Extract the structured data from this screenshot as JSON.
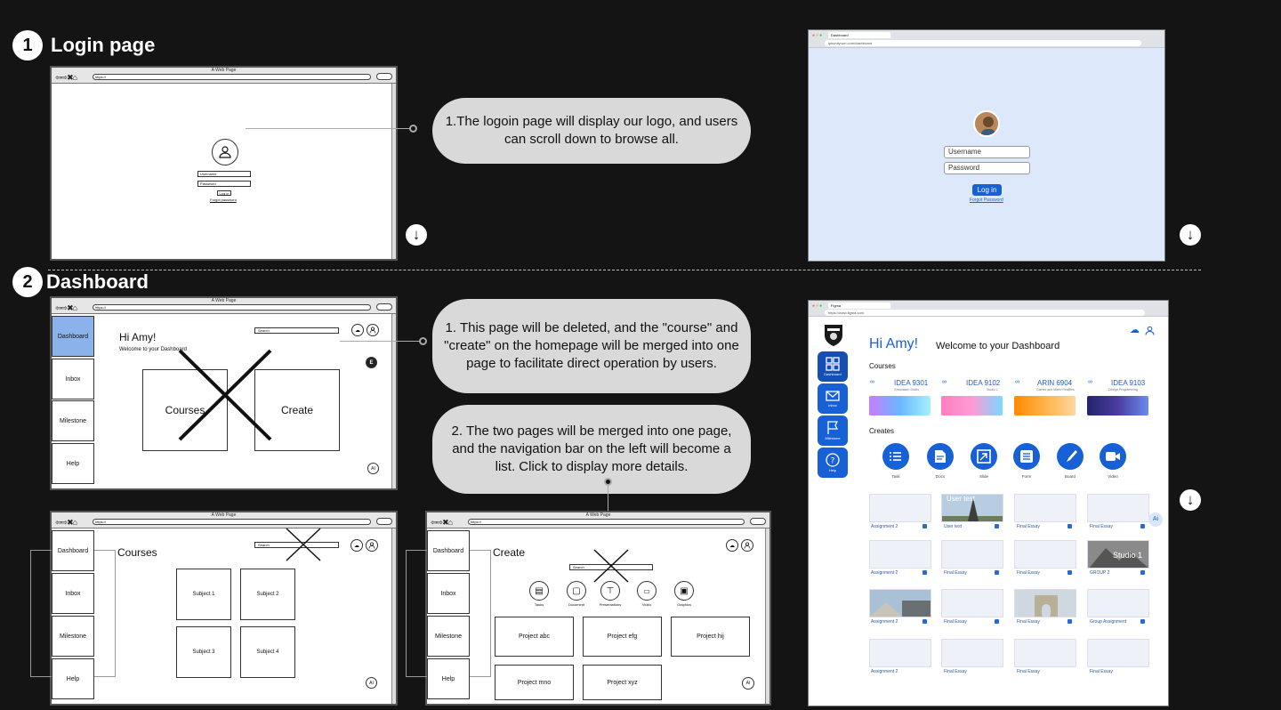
{
  "sections": [
    {
      "number": "1",
      "title": "Login page"
    },
    {
      "number": "2",
      "title": "Dashboard"
    }
  ],
  "annotations": {
    "login_note": "1.The logoin page will display our logo, and users can scroll down to browse all.",
    "dashboard_note_1": "1. This page will be deleted, and the \"course\" and \"create\" on the homepage will be merged into one page to facilitate direct operation by users.",
    "dashboard_note_2": "2. The two pages will be merged into one page, and the navigation bar on the left will become a list. Click to display more details."
  },
  "scroll_down_icon": "↓",
  "wireframe": {
    "window_title": "A Web Page",
    "url": "https://",
    "nav_glyphs": "⇦⇨✖⌂",
    "login": {
      "username": "Username",
      "password": "Password",
      "button": "Log in",
      "forgot": "Forgot password"
    },
    "dashboard": {
      "greeting": "Hi Amy!",
      "welcome": "Welcome to your Dashboard",
      "search": "Search",
      "sidebar": [
        "Dashboard",
        "Inbox",
        "Milestone",
        "Help"
      ],
      "tiles": [
        "Courses",
        "Create"
      ],
      "ai": "AI",
      "e_badge": "E"
    },
    "courses": {
      "title": "Courses",
      "subjects": [
        "Subject 1",
        "Subject 2",
        "Subject 3",
        "Subject 4"
      ]
    },
    "create": {
      "title": "Create",
      "tools": [
        "Tasks",
        "Document",
        "Presentations",
        "Video",
        "Graphics"
      ],
      "projects": [
        "Project abc",
        "Project efg",
        "Project hij",
        "Project mno",
        "Project xyz"
      ]
    }
  },
  "real_login": {
    "tab": "Dashboard",
    "url": "ipsumlyrum.com/dashboard",
    "username": "Username",
    "password": "Password",
    "button": "Log in",
    "forgot": "Forgot Password",
    "bg_color": "#dde8fb",
    "accent": "#1760d6"
  },
  "real_dashboard": {
    "tab": "Figma",
    "url": "https://www.figma.com",
    "greeting": "Hi Amy!",
    "welcome": "Welcome to your Dashboard",
    "nav": [
      "Dashboard",
      "Inbox",
      "Milestone",
      "Help"
    ],
    "courses_heading": "Courses",
    "courses": [
      {
        "code": "IDEA 9301",
        "name": "Graduation Studio"
      },
      {
        "code": "IDEA 9102",
        "name": "Studio 1"
      },
      {
        "code": "ARIN 6904",
        "name": "Games and Mixed Realities"
      },
      {
        "code": "IDEA 9103",
        "name": "Design Programming"
      }
    ],
    "creates_heading": "Creates",
    "creates": [
      "Task",
      "Docs",
      "Slide",
      "Form",
      "Board",
      "Video"
    ],
    "ai": "Ai",
    "cards": [
      [
        "Assignment 2",
        "User test",
        "Final Essay",
        "Final Essay"
      ],
      [
        "Assignment 2",
        "Final Essay",
        "Final Essay",
        "GROUP 2"
      ],
      [
        "Assignment 2",
        "Final Essay",
        "Final Essay",
        "Group Assignment"
      ],
      [
        "Assignment 2",
        "Final Essay",
        "Final Essay",
        "Final Essay"
      ]
    ],
    "thumb_text": {
      "user_test": "User test",
      "studio": "Studio 1"
    },
    "accent": "#1760d6"
  }
}
